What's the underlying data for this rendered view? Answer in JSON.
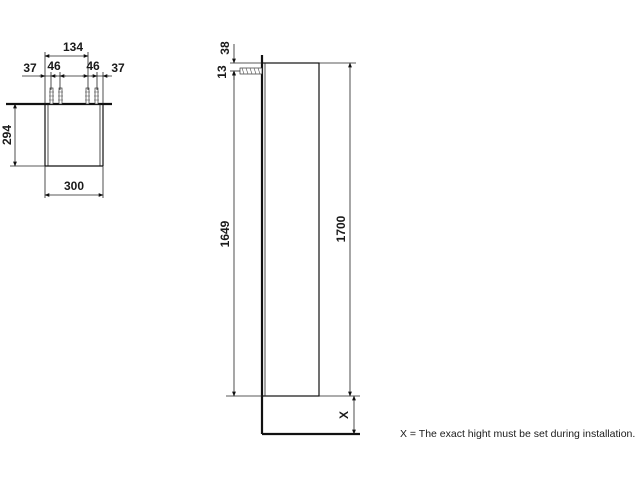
{
  "top_view": {
    "dim_total": "134",
    "dim_left_outer": "37",
    "dim_left_inner": "46",
    "dim_right_inner": "46",
    "dim_right_outer": "37",
    "dim_depth": "294",
    "dim_width": "300"
  },
  "side_view": {
    "dim_top_offset": "38",
    "dim_small": "13",
    "dim_mount_height": "1649",
    "dim_cabinet_height": "1700",
    "dim_floor": "X"
  },
  "note": "X = The exact hight must be set during installation."
}
